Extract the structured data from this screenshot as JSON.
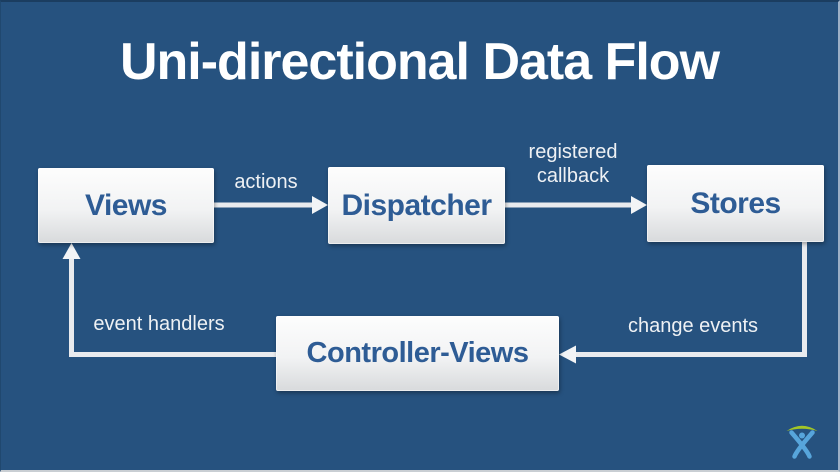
{
  "slide": {
    "title": "Uni-directional Data Flow",
    "background_color": "#26527F",
    "title_color": "#FFFFFF"
  },
  "diagram": {
    "nodes": [
      {
        "id": "views",
        "label": "Views"
      },
      {
        "id": "dispatcher",
        "label": "Dispatcher"
      },
      {
        "id": "stores",
        "label": "Stores"
      },
      {
        "id": "controller_views",
        "label": "Controller-Views"
      }
    ],
    "edges": [
      {
        "from": "views",
        "to": "dispatcher",
        "label": "actions"
      },
      {
        "from": "dispatcher",
        "to": "stores",
        "label": "registered callback"
      },
      {
        "from": "stores",
        "to": "controller_views",
        "label": "change events"
      },
      {
        "from": "controller_views",
        "to": "views",
        "label": "event handlers"
      }
    ],
    "node_text_color": "#2E5C95",
    "node_fill_top": "#FDFDFD",
    "node_fill_bottom": "#D8DADC",
    "arrow_color": "#E9EBEE",
    "edge_label_color": "#EEF1F4"
  },
  "logo": {
    "name": "atlassian-logo",
    "arc_color": "#A3C626",
    "figure_color": "#57A5DB"
  }
}
